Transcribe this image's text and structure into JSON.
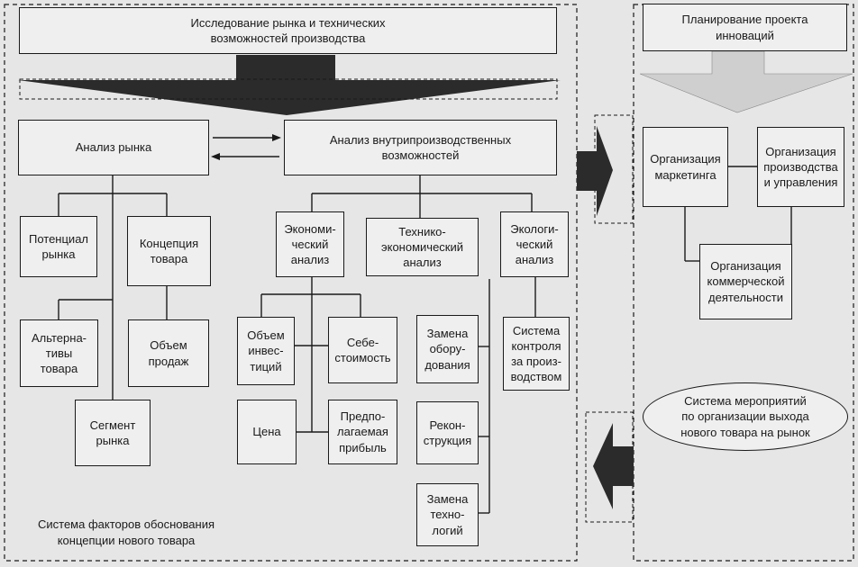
{
  "left_panel": {
    "header": "Исследование рынка и технических\nвозможностей производства",
    "market_analysis": "Анализ рынка",
    "internal_analysis": "Анализ внутрипроизводственных\nвозможностей",
    "market_potential": "Потенциал\nрынка",
    "product_concept": "Концепция\nтовара",
    "product_alternatives": "Альтерна-\nтивы\nтовара",
    "sales_volume": "Объем\nпродаж",
    "market_segment": "Сегмент\nрынка",
    "economic_analysis": "Экономи-\nческий\nанализ",
    "tech_economic_analysis": "Технико-\nэкономический\nанализ",
    "ecological_analysis": "Экологи-\nческий\nанализ",
    "investment_volume": "Объем\nинвес-\nтиций",
    "cost_price": "Себе-\nстоимость",
    "price": "Цена",
    "expected_profit": "Предпо-\nлагаемая\nприбыль",
    "equipment_replacement": "Замена\nобору-\nдования",
    "reconstruction": "Рекон-\nструкция",
    "technology_replacement": "Замена\nтехно-\nлогий",
    "production_control": "Система\nконтроля\nза произ-\nводством",
    "caption": "Система факторов обоснования\nконцепции нового товара"
  },
  "right_panel": {
    "header": "Планирование проекта\nинноваций",
    "marketing_org": "Организация\nмаркетинга",
    "production_org": "Организация\nпроизводства\nи управления",
    "commercial_org": "Организация\nкоммерческой\nдеятельности",
    "measures_system": "Система мероприятий\nпо организации выхода\nнового товара на рынок"
  },
  "colors": {
    "line": "#1a1a1a",
    "arrow_fill": "#2b2b2b",
    "light_arrow": "#cfcfcf",
    "box_fill": "#efefef"
  }
}
